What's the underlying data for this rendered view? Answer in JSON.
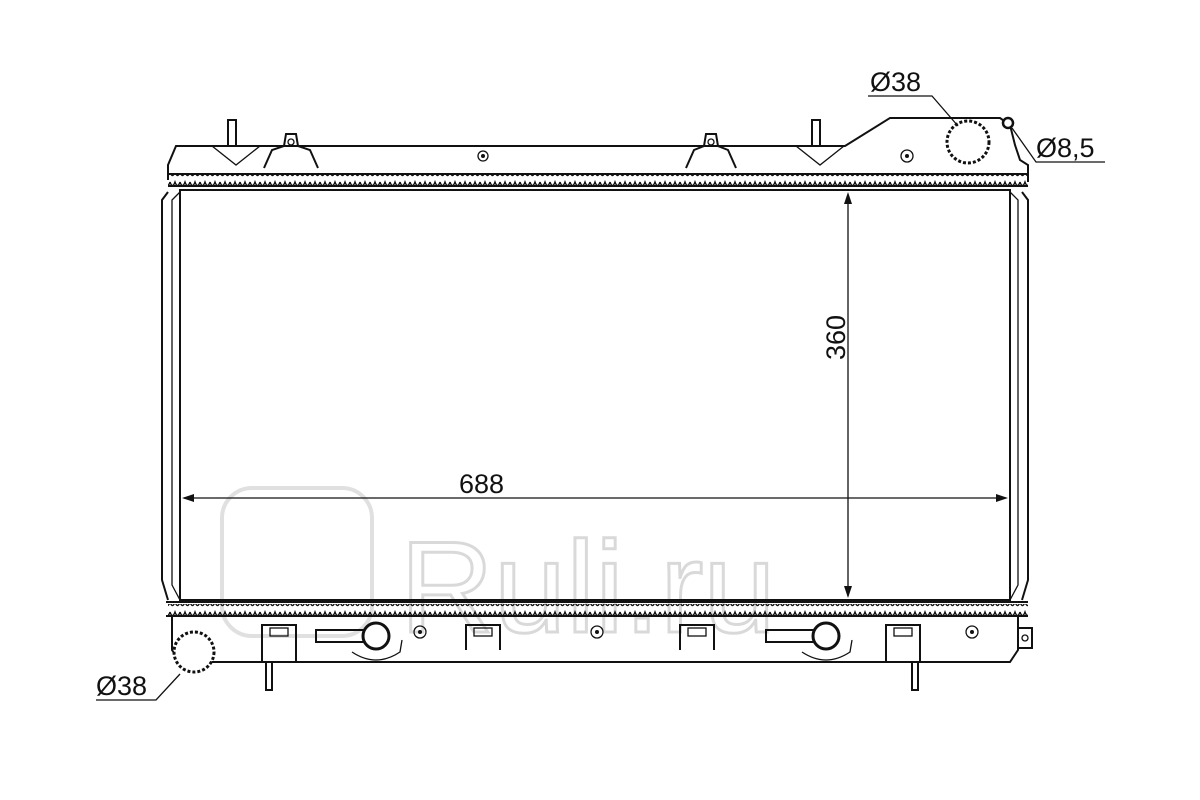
{
  "drawing": {
    "subject": "radiator",
    "dimensions": {
      "width": "688",
      "height": "360",
      "inlet_diameter": "Ø38",
      "outlet_diameter": "Ø38",
      "vent_diameter": "Ø8,5"
    },
    "watermark": "Ruli.ru",
    "line_color": "#111111",
    "watermark_color": "#d9d9d9"
  }
}
